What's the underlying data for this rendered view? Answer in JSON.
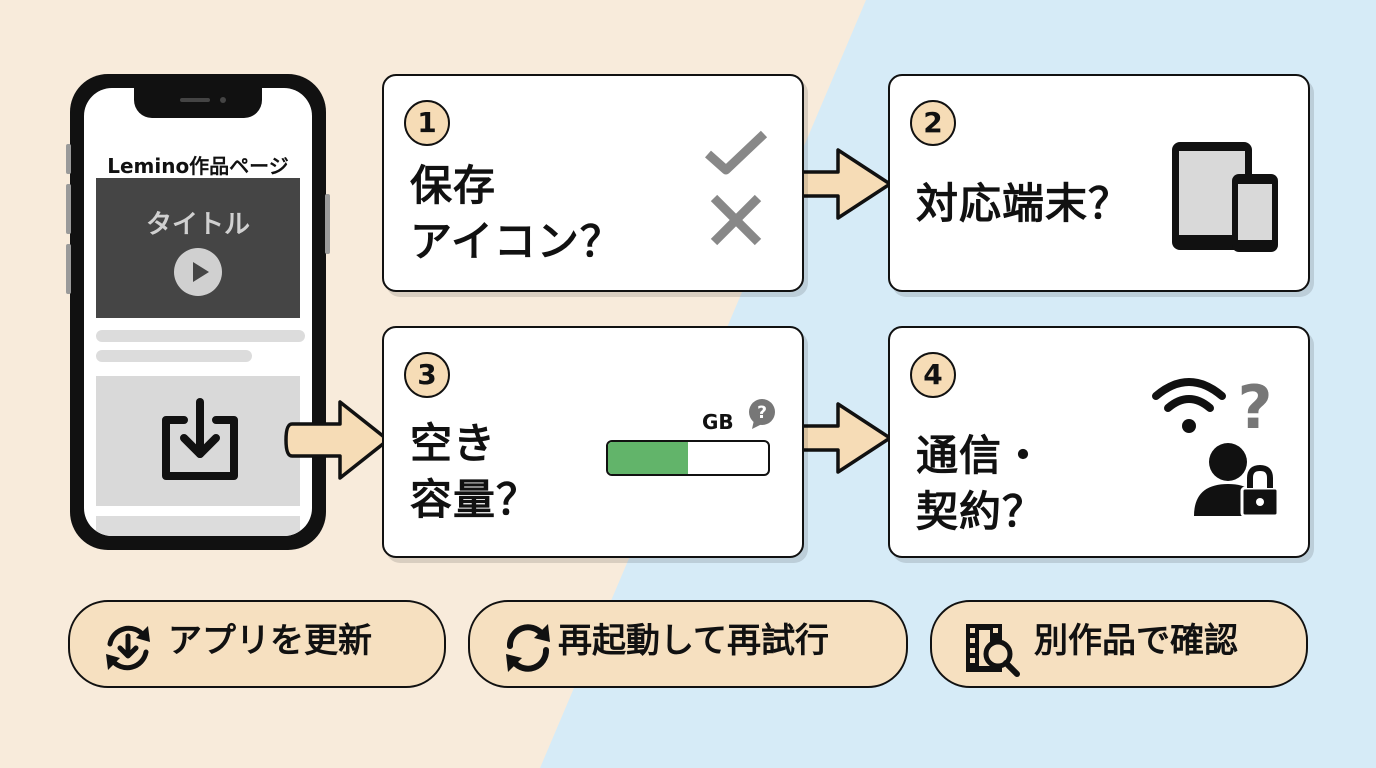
{
  "phone": {
    "page_title": "Lemino作品ページ",
    "video_title": "タイトル"
  },
  "steps": [
    {
      "number": "1",
      "label": "保存\nアイコン？"
    },
    {
      "number": "2",
      "label": "対応端末？"
    },
    {
      "number": "3",
      "label": "空き\n容量？",
      "storage_unit": "GB",
      "storage_used_fraction": 0.5
    },
    {
      "number": "4",
      "label": "通信・\n契約？"
    }
  ],
  "actions": [
    {
      "label": "アプリを更新",
      "icon": "update-app-icon"
    },
    {
      "label": "再起動して再試行",
      "icon": "restart-icon"
    },
    {
      "label": "別作品で確認",
      "icon": "film-search-icon"
    }
  ],
  "colors": {
    "background_left": "#f8ebdb",
    "background_right": "#d6ebf7",
    "accent_tan": "#f6dcb6",
    "storage_green": "#62b46a"
  }
}
